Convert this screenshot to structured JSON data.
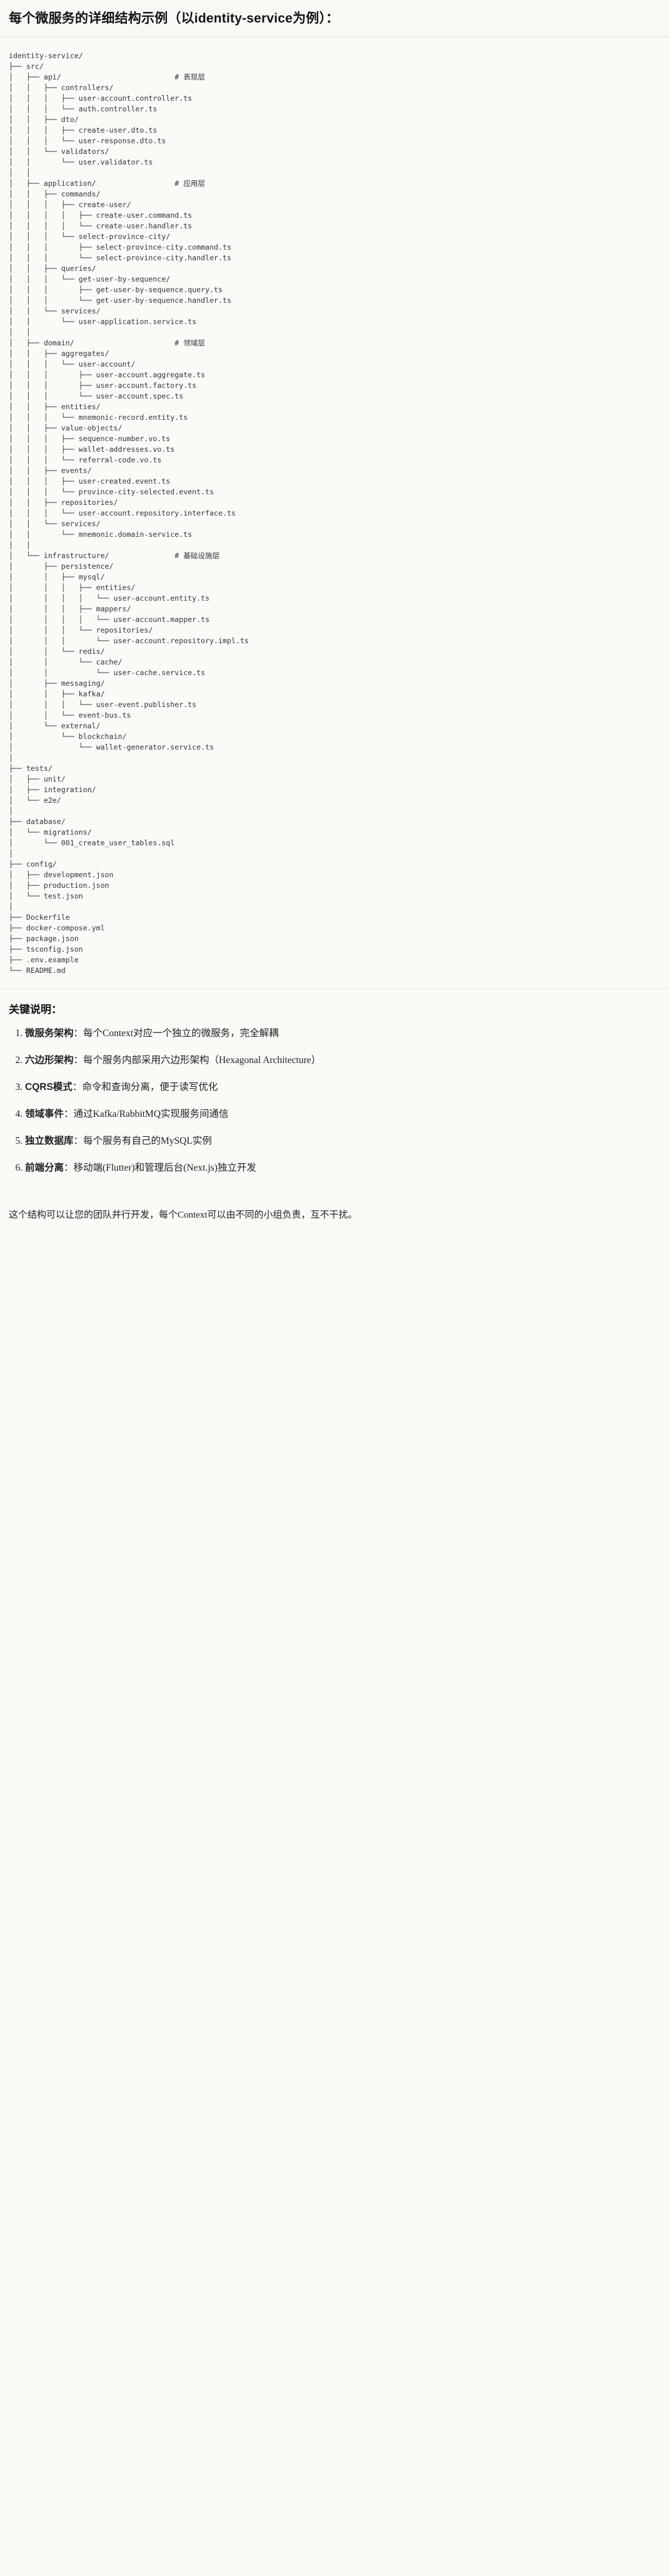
{
  "title": {
    "prefix": "每个微服务的详细结构示例（以",
    "code": "identity-service",
    "suffix": "为例）：",
    "full": "每个微服务的详细结构示例（以identity-service为例）："
  },
  "code_block": {
    "language": "text",
    "root": "identity-service/",
    "comments": {
      "api": "# 表现层",
      "application": "# 应用层",
      "domain": "# 领域层",
      "infrastructure": "# 基础设施层"
    },
    "tree": "identity-service/\n├── src/\n│   ├── api/                          # 表现层\n│   │   ├── controllers/\n│   │   │   ├── user-account.controller.ts\n│   │   │   └── auth.controller.ts\n│   │   ├── dto/\n│   │   │   ├── create-user.dto.ts\n│   │   │   └── user-response.dto.ts\n│   │   └── validators/\n│   │       └── user.validator.ts\n│   │\n│   ├── application/                  # 应用层\n│   │   ├── commands/\n│   │   │   ├── create-user/\n│   │   │   │   ├── create-user.command.ts\n│   │   │   │   └── create-user.handler.ts\n│   │   │   └── select-province-city/\n│   │   │       ├── select-province-city.command.ts\n│   │   │       └── select-province-city.handler.ts\n│   │   ├── queries/\n│   │   │   └── get-user-by-sequence/\n│   │   │       ├── get-user-by-sequence.query.ts\n│   │   │       └── get-user-by-sequence.handler.ts\n│   │   └── services/\n│   │       └── user-application.service.ts\n│   │\n│   ├── domain/                       # 领域层\n│   │   ├── aggregates/\n│   │   │   └── user-account/\n│   │   │       ├── user-account.aggregate.ts\n│   │   │       ├── user-account.factory.ts\n│   │   │       └── user-account.spec.ts\n│   │   ├── entities/\n│   │   │   └── mnemonic-record.entity.ts\n│   │   ├── value-objects/\n│   │   │   ├── sequence-number.vo.ts\n│   │   │   ├── wallet-addresses.vo.ts\n│   │   │   └── referral-code.vo.ts\n│   │   ├── events/\n│   │   │   ├── user-created.event.ts\n│   │   │   └── province-city-selected.event.ts\n│   │   ├── repositories/\n│   │   │   └── user-account.repository.interface.ts\n│   │   └── services/\n│   │       └── mnemonic.domain-service.ts\n│   │\n│   └── infrastructure/               # 基础设施层\n│       ├── persistence/\n│       │   ├── mysql/\n│       │   │   ├── entities/\n│       │   │   │   └── user-account.entity.ts\n│       │   │   ├── mappers/\n│       │   │   │   └── user-account.mapper.ts\n│       │   │   └── repositories/\n│       │   │       └── user-account.repository.impl.ts\n│       │   └── redis/\n│       │       └── cache/\n│       │           └── user-cache.service.ts\n│       ├── messaging/\n│       │   ├── kafka/\n│       │   │   └── user-event.publisher.ts\n│       │   └── event-bus.ts\n│       └── external/\n│           └── blockchain/\n│               └── wallet-generator.service.ts\n│\n├── tests/\n│   ├── unit/\n│   ├── integration/\n│   └── e2e/\n│\n├── database/\n│   └── migrations/\n│       └── 001_create_user_tables.sql\n│\n├── config/\n│   ├── development.json\n│   ├── production.json\n│   └── test.json\n│\n├── Dockerfile\n├── docker-compose.yml\n├── package.json\n├── tsconfig.json\n├── .env.example\n└── README.md"
  },
  "notes": {
    "heading": "关键说明：",
    "items": [
      {
        "term": "微服务架构",
        "sep": "：",
        "body": "每个Context对应一个独立的微服务，完全解耦"
      },
      {
        "term": "六边形架构",
        "sep": "：",
        "body": "每个服务内部采用六边形架构（Hexagonal Architecture）"
      },
      {
        "term": "CQRS模式",
        "sep": "：",
        "body": "命令和查询分离，便于读写优化"
      },
      {
        "term": "领域事件",
        "sep": "：",
        "body": "通过Kafka/RabbitMQ实现服务间通信"
      },
      {
        "term": "独立数据库",
        "sep": "：",
        "body": "每个服务有自己的MySQL实例"
      },
      {
        "term": "前端分离",
        "sep": "：",
        "body": "移动端(Flutter)和管理后台(Next.js)独立开发"
      }
    ],
    "closing": "这个结构可以让您的团队并行开发，每个Context可以由不同的小组负责，互不干扰。"
  },
  "colors": {
    "page_bg": "#fbfaf7",
    "code_bg": "#fbfaf7",
    "text": "#1f1f1f",
    "code_text": "#30343a",
    "divider": "#e6e3dc"
  }
}
